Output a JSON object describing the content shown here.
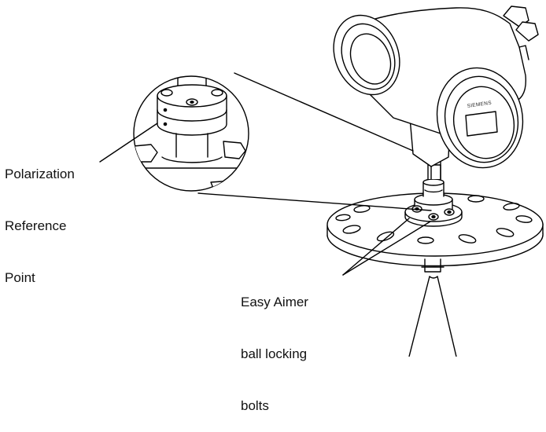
{
  "callouts": {
    "polarization": [
      "Polarization",
      "Reference",
      "Point"
    ],
    "easy_aimer": [
      "Easy Aimer",
      "ball locking",
      "bolts"
    ]
  },
  "device": {
    "brand_label": "SIEMENS"
  }
}
